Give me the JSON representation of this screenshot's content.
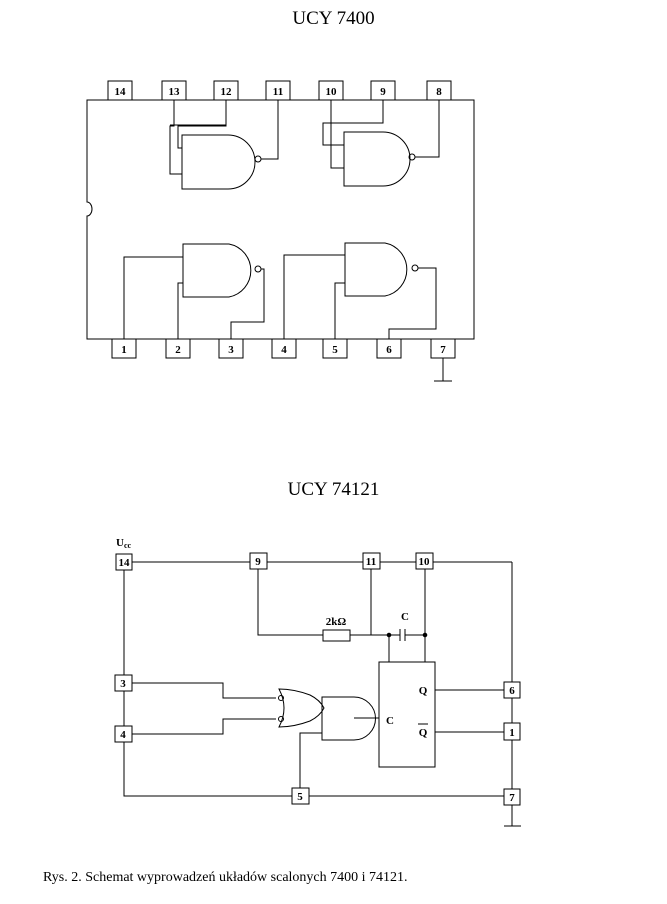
{
  "chip1": {
    "title": "UCY 7400",
    "top_pins": [
      "14",
      "13",
      "12",
      "11",
      "10",
      "9",
      "8"
    ],
    "bottom_pins": [
      "1",
      "2",
      "3",
      "4",
      "5",
      "6",
      "7"
    ]
  },
  "chip2": {
    "title": "UCY 74121",
    "vcc": "U",
    "vcc_sub": "cc",
    "pins": {
      "p14": "14",
      "p9": "9",
      "p11": "11",
      "p10": "10",
      "p3": "3",
      "p4": "4",
      "p6": "6",
      "p1": "1",
      "p5": "5",
      "p7": "7"
    },
    "resistor": "2kΩ",
    "capacitor": "C",
    "flipflop_input": "C",
    "q": "Q",
    "qbar": "Q"
  },
  "caption": "Rys. 2. Schemat wyprowadzeń układów scalonych 7400 i 74121."
}
